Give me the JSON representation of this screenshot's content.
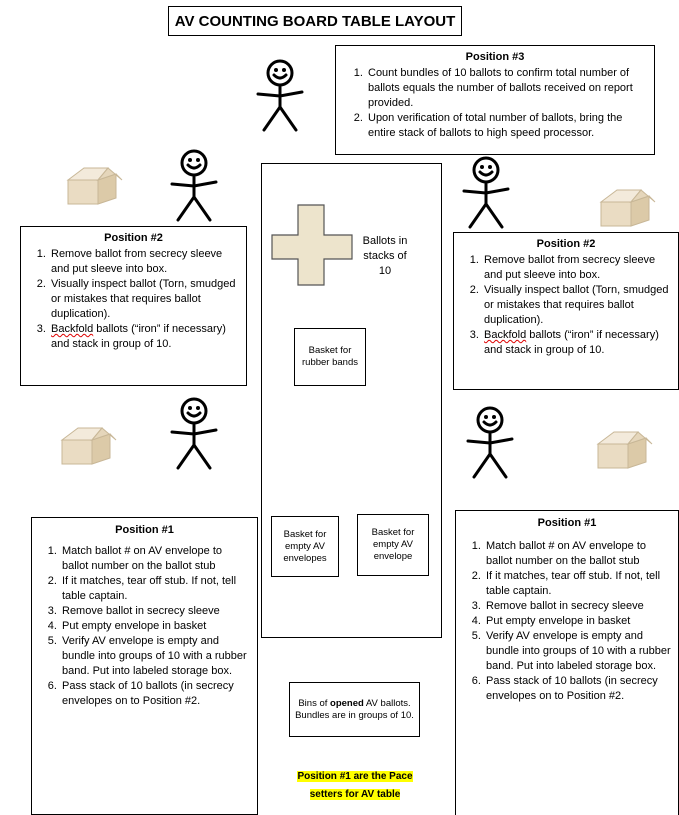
{
  "title": "AV COUNTING BOARD TABLE LAYOUT",
  "position3": {
    "heading": "Position #3",
    "items": [
      "Count bundles of 10 ballots to confirm total number of ballots equals the number of ballots received on report provided.",
      "Upon verification of total number of ballots, bring the entire stack of ballots to high speed processor."
    ]
  },
  "position2": {
    "heading": "Position #2",
    "items": [
      "Remove ballot from secrecy sleeve and put sleeve into box.",
      "Visually inspect ballot (Torn, smudged or mistakes that requires ballot duplication).",
      "Backfold ballots (“iron” if necessary) and stack in group of 10."
    ],
    "backfold_word": "Backfold",
    "item3_rest": " ballots (“iron” if necessary) and stack in group of 10."
  },
  "position1": {
    "heading": "Position #1",
    "items": [
      "Match ballot # on AV envelope to ballot number on the ballot stub",
      "If it matches, tear off stub.  If not, tell table captain.",
      "Remove ballot in secrecy sleeve",
      "Put empty envelope in basket",
      "Verify AV envelope is empty and bundle into groups of 10 with a rubber band. Put into labeled storage box.",
      "Pass stack of 10 ballots (in secrecy envelopes on to Position #2."
    ]
  },
  "table": {
    "ballots_label": "Ballots in stacks of 10",
    "basket_rubber": "Basket for rubber bands",
    "basket_empty_envelopes": "Basket for empty AV envelopes",
    "basket_empty_envelope": "Basket for empty AV envelope"
  },
  "bins": {
    "text_before": "Bins of ",
    "text_bold": "opened",
    "text_after": " AV ballots. Bundles are in groups of 10."
  },
  "pace_note": "Position #1 are the Pace setters for AV table",
  "colors": {
    "highlight": "#ffff00",
    "cross_fill": "#ede4cc",
    "box_fill": "#e9dcc4"
  },
  "icons": {
    "person": "stick-figure",
    "box": "cardboard-box",
    "cross": "ballot-stack-cross"
  }
}
